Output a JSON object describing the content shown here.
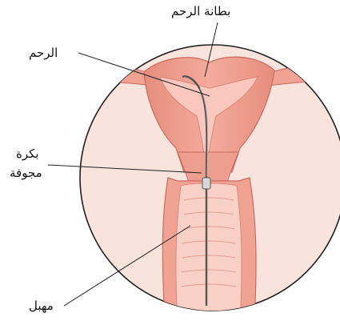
{
  "labels": {
    "endometrium": "بطانة الرحم",
    "uterus": "الرحم",
    "hollow_spool_line1": "بكرة",
    "hollow_spool_line2": "مجوفة",
    "vagina": "مهبل"
  },
  "colors": {
    "background_circle": "#f9e3dd",
    "circle_outline": "#222222",
    "tissue": "#f1a393",
    "tissue_outline": "#c86b60",
    "inner_cavity": "#f9c7bd",
    "vaginal_wall": "#f8d0c6",
    "instrument": "#555555",
    "leader_line": "#222222"
  }
}
